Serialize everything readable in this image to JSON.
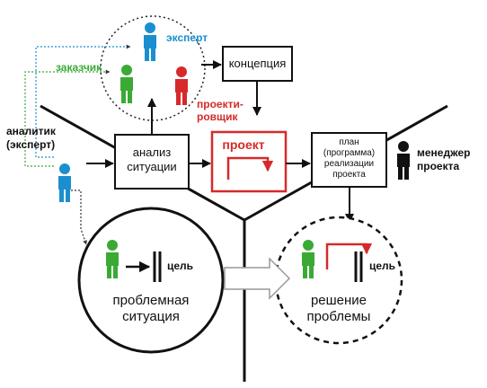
{
  "roles": {
    "expert": "эксперт",
    "customer": "заказчик",
    "designer_line1": "проекти-",
    "designer_line2": "ровщик",
    "analyst_line1": "аналитик",
    "analyst_line2": "(эксперт)",
    "manager_line1": "менеджер",
    "manager_line2": "проекта"
  },
  "boxes": {
    "concept": "концепция",
    "analysis_line1": "анализ",
    "analysis_line2": "ситуации",
    "project": "проект",
    "plan_line1": "план",
    "plan_line2": "(программа)",
    "plan_line3": "реализации",
    "plan_line4": "проекта"
  },
  "circles": {
    "goal_left": "цель",
    "problem_line1": "проблемная",
    "problem_line2": "ситуация",
    "goal_right": "цель",
    "solution_line1": "решение",
    "solution_line2": "проблемы"
  },
  "colors": {
    "expert": "#1a8fcf",
    "customer": "#3aaa35",
    "designer": "#d62a2a",
    "manager": "#111111",
    "project": "#d62a2a"
  }
}
